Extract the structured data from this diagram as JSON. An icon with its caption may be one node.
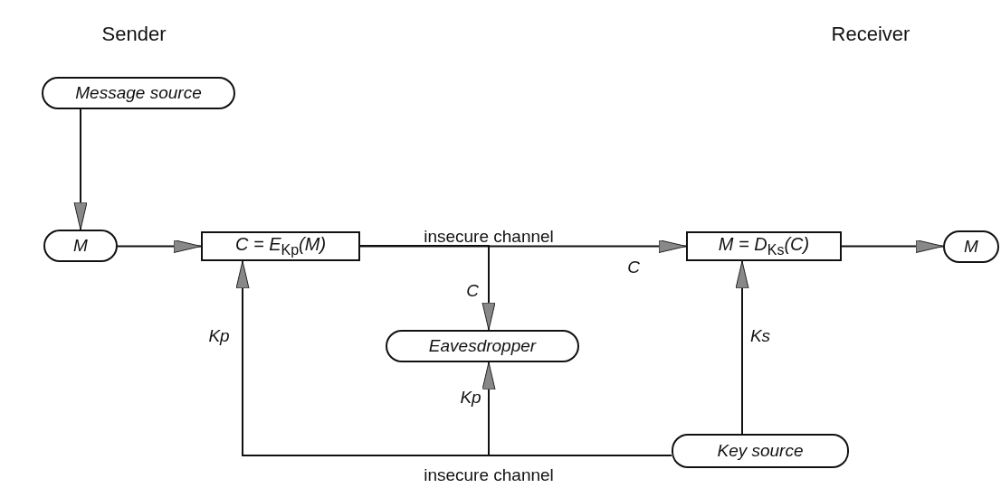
{
  "diagram": {
    "nodes": [
      {
        "text": [
          "Message source"
        ]
      },
      {
        "text": [
          "M"
        ]
      },
      {
        "text": [
          "C = E$_{Kp}$(M)"
        ]
      },
      {
        "text": [
          "M = D$_{Ks}$(C)"
        ]
      },
      {
        "text": [
          "M"
        ]
      },
      {
        "text": [
          "Eavesdropper"
        ]
      },
      {
        "text": [
          "Key source"
        ]
      }
    ],
    "edges": [
      {
        "from": 0,
        "to": 1,
        "arrow": "to"
      },
      {
        "from": 1,
        "to": 2,
        "arrow": "to"
      },
      {
        "from": 2,
        "to": 3,
        "arrow": "to",
        "label": "C"
      },
      {
        "from": 2,
        "to": 5,
        "arrow": "to",
        "label": "C"
      },
      {
        "from": 3,
        "to": 4,
        "arrow": "to"
      },
      {
        "from": 6,
        "to": 3,
        "arrow": "to",
        "label": "Ks"
      },
      {
        "from": 6,
        "to": 2,
        "arrow": "to",
        "label": "Kp"
      },
      {
        "from": 6,
        "to": 5,
        "arrow": "to",
        "label": "Kp"
      }
    ],
    "labels": [
      "Sender",
      "Receiver",
      "insecure channel",
      "insecure channel"
    ]
  }
}
